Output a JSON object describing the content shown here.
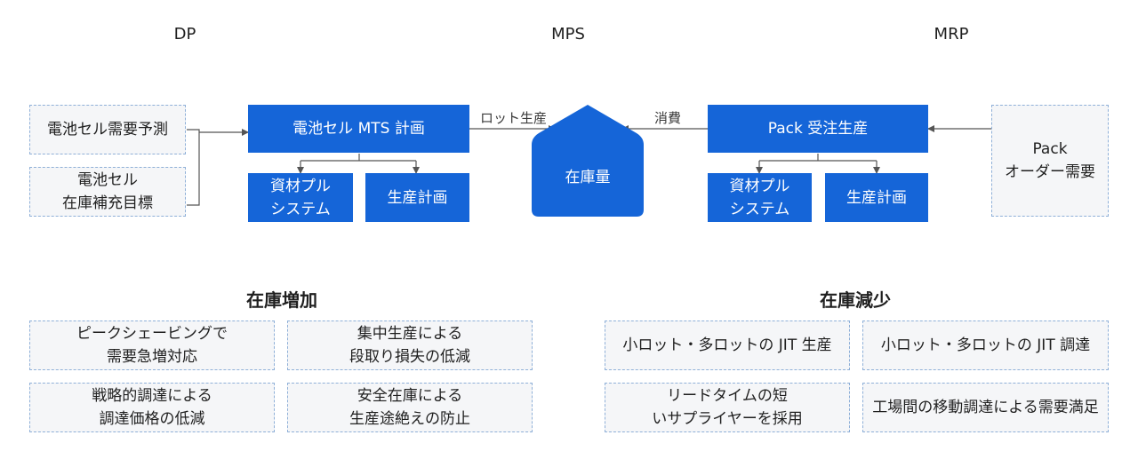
{
  "columns": {
    "dp": "DP",
    "mps": "MPS",
    "mrp": "MRP"
  },
  "left_inputs": {
    "forecast": "電池セル需要予測",
    "target": "電池セル\n在庫補充目標"
  },
  "mts": {
    "title": "電池セル MTS 計画",
    "material": "資材プル\nシステム",
    "production": "生産計画"
  },
  "edge_labels": {
    "lot_production": "ロット生産",
    "consumption": "消費"
  },
  "inventory": {
    "label": "在庫量"
  },
  "pack": {
    "title": "Pack 受注生産",
    "material": "資材プル\nシステム",
    "production": "生産計画"
  },
  "right_input": {
    "demand": "Pack\nオーダー需要"
  },
  "increase": {
    "title": "在庫増加",
    "items": [
      "ピークシェービングで\n需要急増対応",
      "集中生産による\n段取り損失の低減",
      "戦略的調達による\n調達価格の低減",
      "安全在庫による\n生産途絶えの防止"
    ]
  },
  "decrease": {
    "title": "在庫減少",
    "items": [
      "小ロット・多ロットの JIT 生産",
      "小ロット・多ロットの JIT 調達",
      "リードタイムの短\nいサプライヤーを採用",
      "工場間の移動調達による需要満足"
    ]
  },
  "colors": {
    "primary": "#1565d8",
    "dashed_border": "#8fb0d8",
    "dashed_bg": "#f5f6f8",
    "line": "#555555"
  }
}
